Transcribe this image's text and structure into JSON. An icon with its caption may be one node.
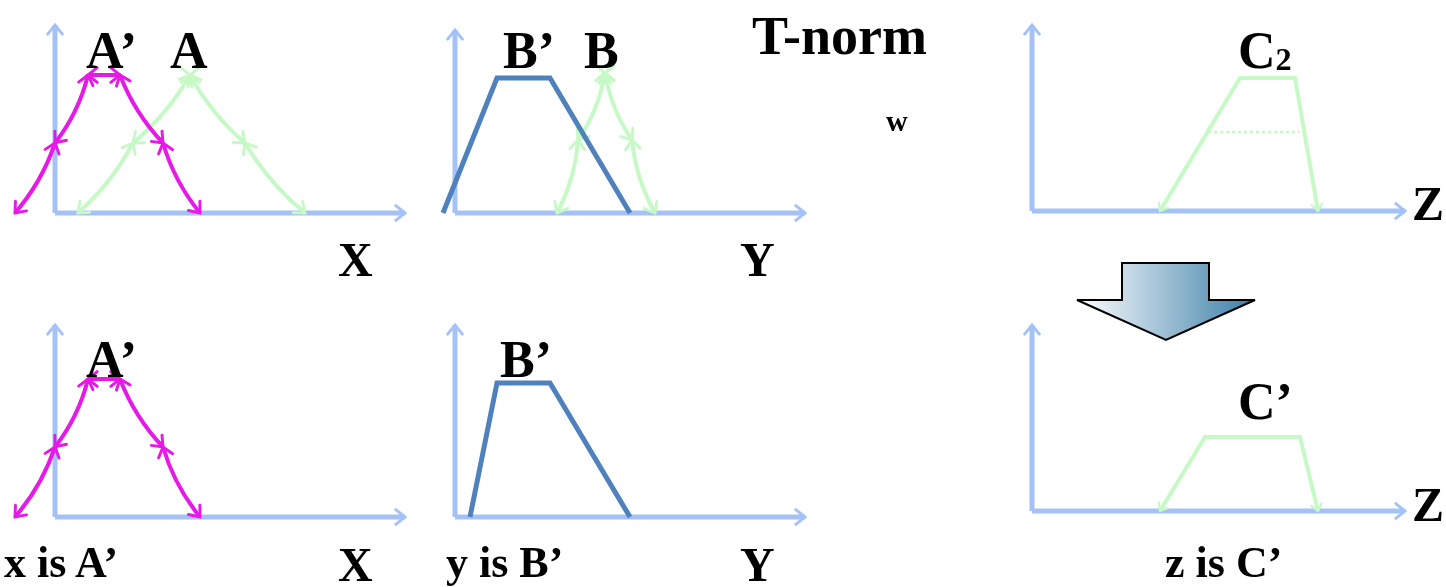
{
  "diagram": {
    "labels": [
      "A’",
      "A",
      "B’",
      "B",
      "T-norm",
      "C$_{2}$",
      "w",
      "Z",
      "X",
      "Y",
      "A’",
      "B’",
      "C’",
      "Z",
      "x is A’",
      "X",
      "y is B’",
      "Y",
      "z is C’"
    ]
  }
}
